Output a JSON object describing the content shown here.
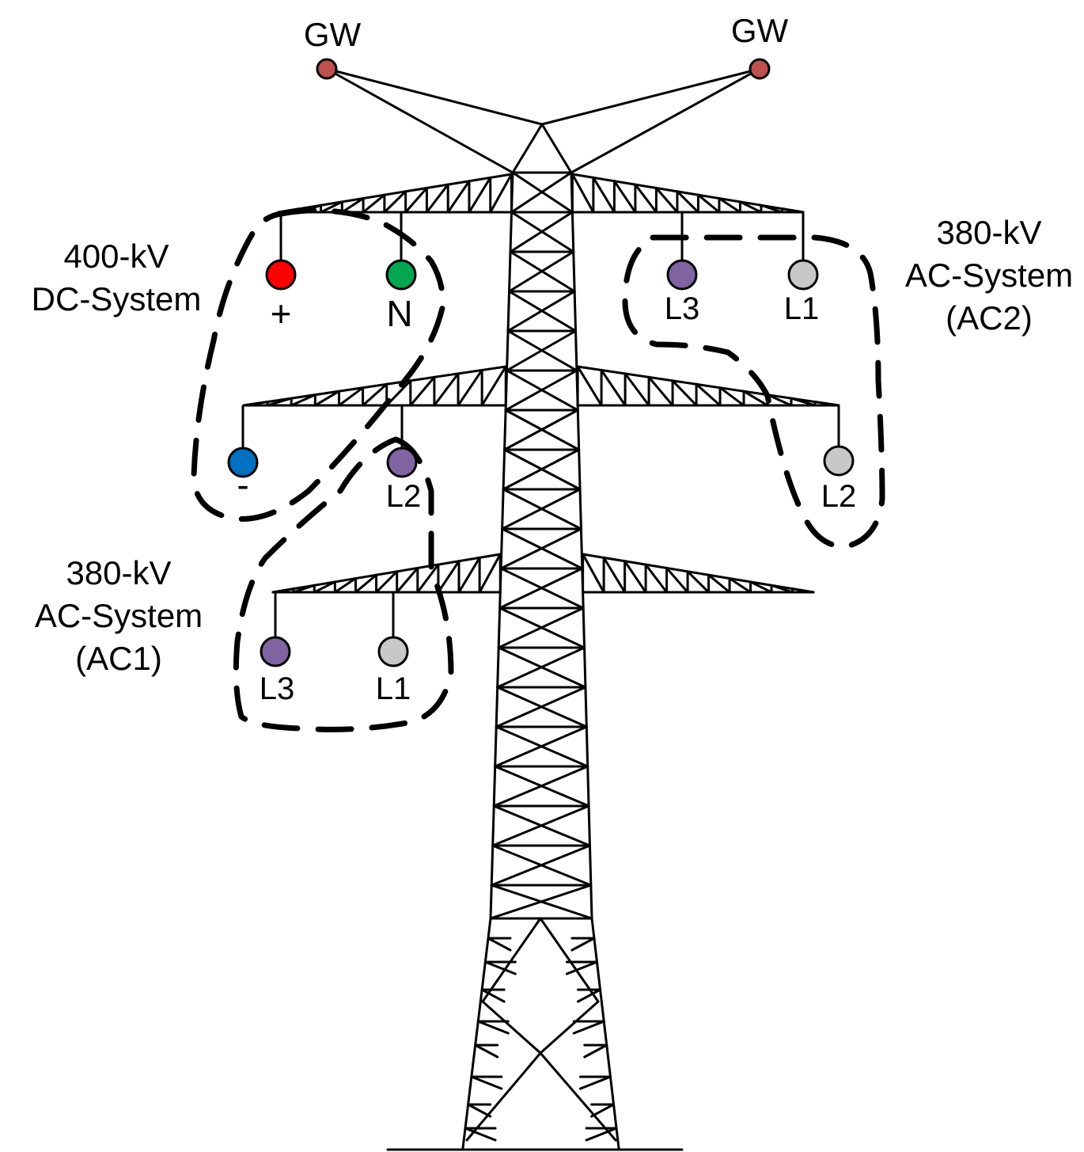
{
  "colors": {
    "ground_wire": "#c0504d",
    "dc_positive": "#ff0000",
    "dc_neutral": "#00a650",
    "dc_negative": "#0070c0",
    "phase_l3": "#8064a2",
    "phase_l2": "#8064a2",
    "phase_l1": "#c8c8c8",
    "line": "#000000"
  },
  "ground_wires": {
    "left_label": "GW",
    "right_label": "GW"
  },
  "systems": {
    "dc": {
      "line1": "400-kV",
      "line2": "DC-System"
    },
    "ac1": {
      "line1": "380-kV",
      "line2": "AC-System",
      "line3": "(AC1)"
    },
    "ac2": {
      "line1": "380-kV",
      "line2": "AC-System",
      "line3": "(AC2)"
    }
  },
  "conductors": {
    "dc_positive": "+",
    "dc_neutral": "N",
    "dc_negative": "-",
    "ac1_l2": "L2",
    "ac1_l3": "L3",
    "ac1_l1": "L1",
    "ac2_l3": "L3",
    "ac2_l1": "L1",
    "ac2_l2": "L2"
  }
}
